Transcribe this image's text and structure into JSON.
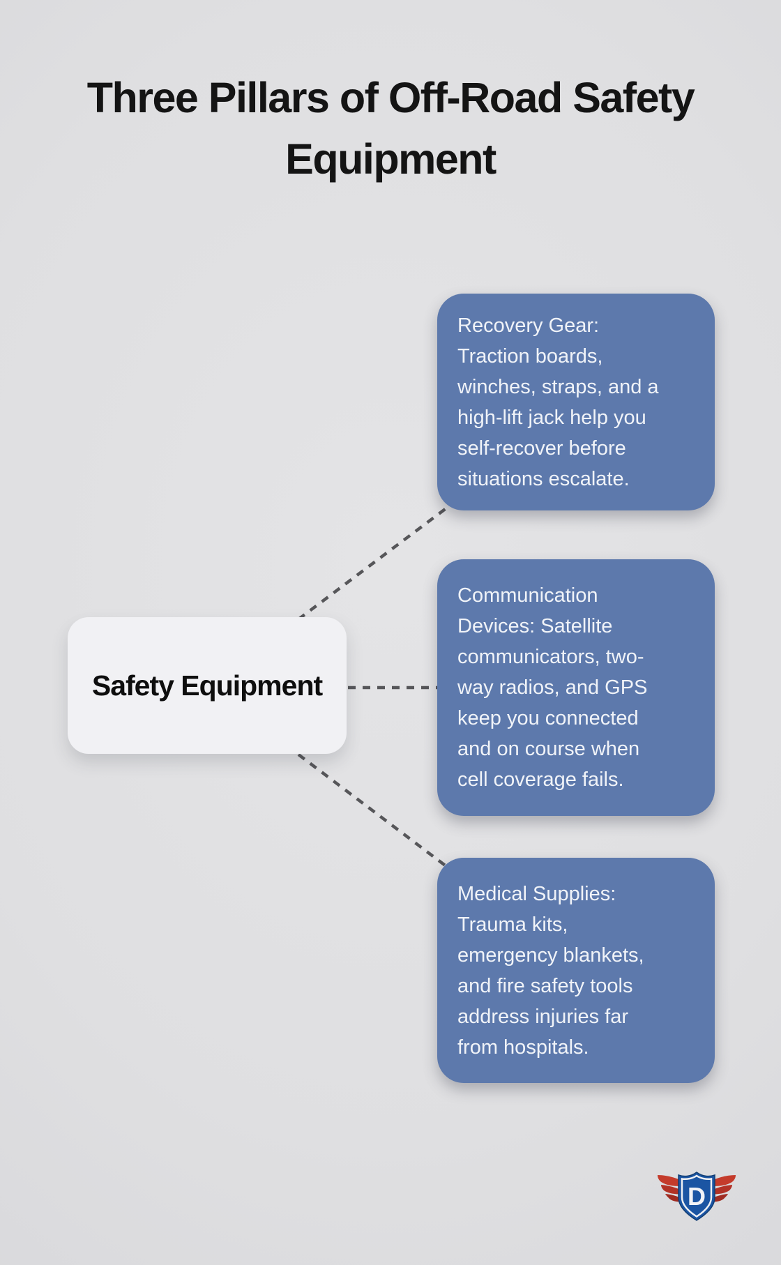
{
  "title": {
    "lines": [
      "Three Pillars of Off-Road Safety",
      "Equipment"
    ]
  },
  "central_node": {
    "label": "Safety Equipment"
  },
  "pillars": [
    {
      "id": "recovery-gear",
      "text": "Recovery Gear:\nTraction boards,\nwinches, straps, and a\nhigh-lift jack help you\nself-recover before\nsituations escalate."
    },
    {
      "id": "communication-devices",
      "text": "Communication\nDevices: Satellite\ncommunicators, two-\nway radios, and GPS\nkeep you connected\nand on course when\ncell coverage fails."
    },
    {
      "id": "medical-supplies",
      "text": "Medical Supplies:\nTrauma kits,\nemergency blankets,\nand fire safety tools\naddress injuries far\nfrom hospitals."
    }
  ],
  "logo": {
    "letter": "D"
  },
  "colors": {
    "background": "#e0e0e2",
    "card_blue": "#5d79ac",
    "card_text": "#f0f3f8",
    "node_background": "#f1f1f4",
    "node_text": "#0e0e0e",
    "title_text": "#141414",
    "connector_gray": "#565659",
    "logo_shield_blue": "#1b55a3",
    "logo_wing_red": "#c0392b",
    "logo_letter_white": "#f2f3f7"
  }
}
